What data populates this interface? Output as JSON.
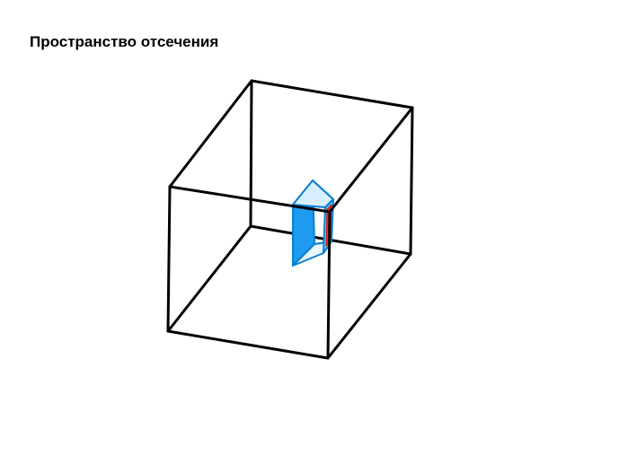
{
  "slide": {
    "title": "Пространство отсечения"
  },
  "colors": {
    "background": "#ffffff",
    "cube_edges": "#000000",
    "frustum_face": "#1e9bef",
    "frustum_edge": "#0a7fd4",
    "near_plane": "#e8321f"
  },
  "diagram": {
    "objects": [
      "clip-space-cube",
      "view-frustum",
      "near-clip-plane"
    ]
  }
}
